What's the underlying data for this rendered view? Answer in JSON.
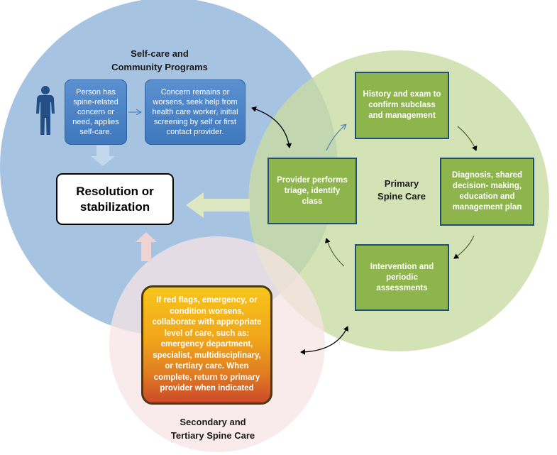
{
  "colors": {
    "self_care_circle": "#a6c3e2",
    "primary_circle": "#c9dca4",
    "secondary_circle": "#f4dede",
    "blue_box": "#4a85c6",
    "green_box": "#8db54c",
    "box_border": "#1f4e79"
  },
  "icons": {
    "person": "person-silhouette-icon"
  },
  "self_care": {
    "title_line1": "Self-care and",
    "title_line2": "Community Programs",
    "box1": "Person has spine-related concern or need, applies self-care.",
    "box2": "Concern remains or worsens, seek help from health care worker, initial screening by self or first contact provider."
  },
  "resolution": {
    "line1": "Resolution or",
    "line2": "stabilization"
  },
  "primary": {
    "title_line1": "Primary",
    "title_line2": "Spine Care",
    "triage": "Provider performs triage, identify class",
    "history": "History and exam to confirm subclass and management",
    "diagnosis": "Diagnosis, shared decision- making, education and management plan",
    "intervention": "Intervention and periodic assessments"
  },
  "secondary": {
    "box": "If red flags, emergency, or condition worsens, collaborate with appropriate level of care, such as: emergency department, specialist, multidisciplinary, or tertiary care. When complete, return to primary provider when indicated",
    "title_line1": "Secondary and",
    "title_line2": "Tertiary Spine Care"
  }
}
